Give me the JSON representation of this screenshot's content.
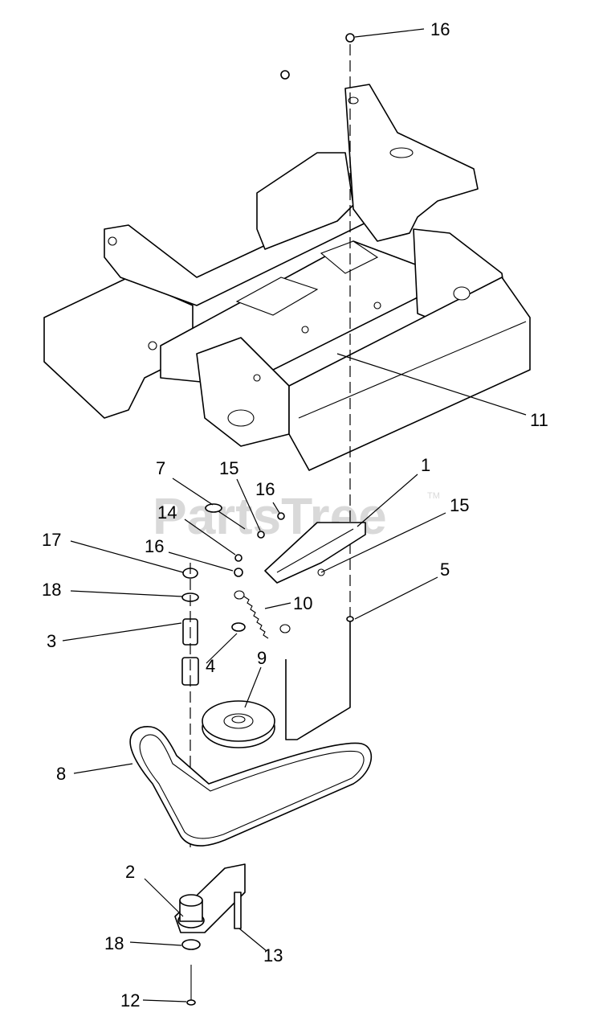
{
  "watermark": {
    "text": "PartsTree",
    "tm": "TM"
  },
  "callouts": [
    {
      "id": "c16a",
      "label": "16"
    },
    {
      "id": "c11",
      "label": "11"
    },
    {
      "id": "c7",
      "label": "7"
    },
    {
      "id": "c15a",
      "label": "15"
    },
    {
      "id": "c16b",
      "label": "16"
    },
    {
      "id": "c1",
      "label": "1"
    },
    {
      "id": "c15b",
      "label": "15"
    },
    {
      "id": "c14",
      "label": "14"
    },
    {
      "id": "c17",
      "label": "17"
    },
    {
      "id": "c16c",
      "label": "16"
    },
    {
      "id": "c5",
      "label": "5"
    },
    {
      "id": "c18a",
      "label": "18"
    },
    {
      "id": "c10",
      "label": "10"
    },
    {
      "id": "c3",
      "label": "3"
    },
    {
      "id": "c4",
      "label": "4"
    },
    {
      "id": "c9",
      "label": "9"
    },
    {
      "id": "c8",
      "label": "8"
    },
    {
      "id": "c2",
      "label": "2"
    },
    {
      "id": "c18b",
      "label": "18"
    },
    {
      "id": "c13",
      "label": "13"
    },
    {
      "id": "c12",
      "label": "12"
    }
  ]
}
